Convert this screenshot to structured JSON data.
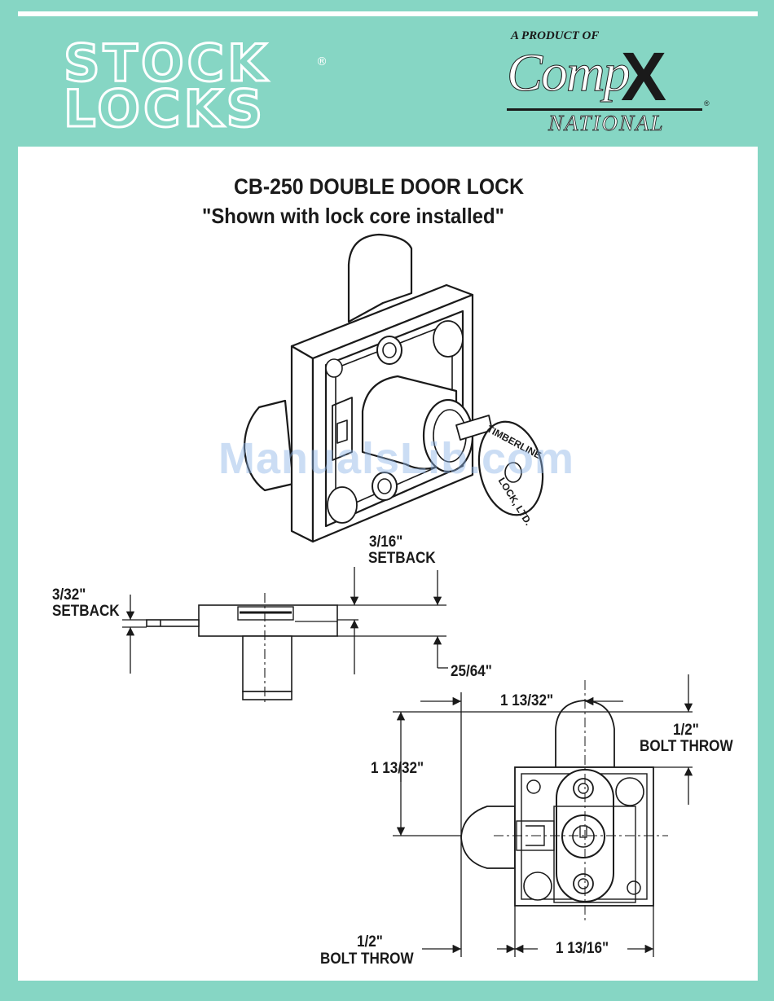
{
  "header": {
    "brand_line1": "STOCK",
    "brand_line2": "LOCKS",
    "brand_reg": "®",
    "product_of": "A PRODUCT OF",
    "compx_word": "Comp",
    "compx_x": "X",
    "compx_reg": "®",
    "national": "NATIONAL"
  },
  "document": {
    "title": "CB-250 DOUBLE DOOR LOCK",
    "subtitle": "\"Shown with lock core installed\""
  },
  "iso_key_labels": {
    "top": "TIMBERLINE",
    "bottom": "LOCK, LTD."
  },
  "side_view": {
    "setback_small_value": "3/32\"",
    "setback_small_label": "SETBACK",
    "setback_large_value": "3/16\"",
    "setback_large_label": "SETBACK",
    "depth": "25/64\""
  },
  "front_view": {
    "width_top": "1 13/32\"",
    "height_left": "1 13/32\"",
    "bolt_throw_right_value": "1/2\"",
    "bolt_throw_right_label": "BOLT THROW",
    "bolt_throw_bottom_value": "1/2\"",
    "bolt_throw_bottom_label": "BOLT THROW",
    "width_bottom": "1 13/16\""
  },
  "watermark": "ManualsLib.com",
  "colors": {
    "frame": "#86d6c4",
    "ink": "#1a1a1a",
    "panel": "#ffffff"
  }
}
